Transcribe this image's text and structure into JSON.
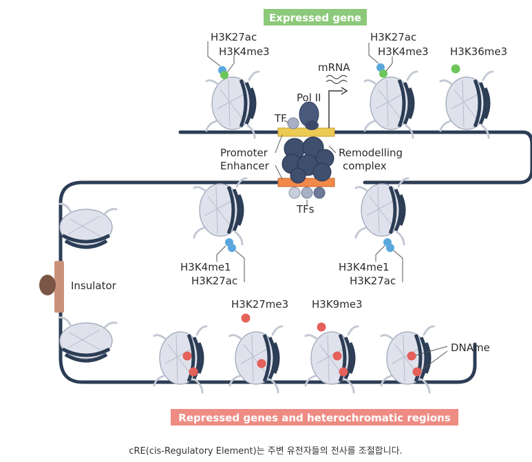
{
  "banners": {
    "expressed": "Expressed gene",
    "repressed": "Repressed genes and heterochromatic regions"
  },
  "labels": {
    "h3k27ac_a": "H3K27ac",
    "h3k4me3_a": "H3K4me3",
    "h3k27ac_b": "H3K27ac",
    "h3k4me3_b": "H3K4me3",
    "h3k36me3": "H3K36me3",
    "mrna": "mRNA",
    "pol2": "Pol II",
    "tf": "TF",
    "promoter": "Promoter",
    "enhancer": "Enhancer",
    "remodelling": "Remodelling",
    "complex": "complex",
    "tfs": "TFs",
    "h3k4me1_a": "H3K4me1",
    "h3k27ac_c": "H3K27ac",
    "h3k4me1_b": "H3K4me1",
    "h3k27ac_d": "H3K27ac",
    "insulator": "Insulator",
    "h3k27me3": "H3K27me3",
    "h3k9me3": "H3K9me3",
    "dname": "DNAme"
  },
  "caption": "cRE(cis-Regulatory Element)는 주변 유전자들의 전사를 조절합니다.",
  "colors": {
    "expressed_banner": "#8cc97a",
    "repressed_banner": "#ee8c84",
    "dna": "#2c3d55",
    "histone": "#dfe2ec",
    "blue_mark": "#5aa7dd",
    "green_mark": "#6cc65a",
    "red_mark": "#e4605a",
    "promoter_bar": "#eccb55",
    "enhancer_bar": "#f0894a",
    "insulator": "#c8927a",
    "insulator_protein": "#7b5545"
  }
}
